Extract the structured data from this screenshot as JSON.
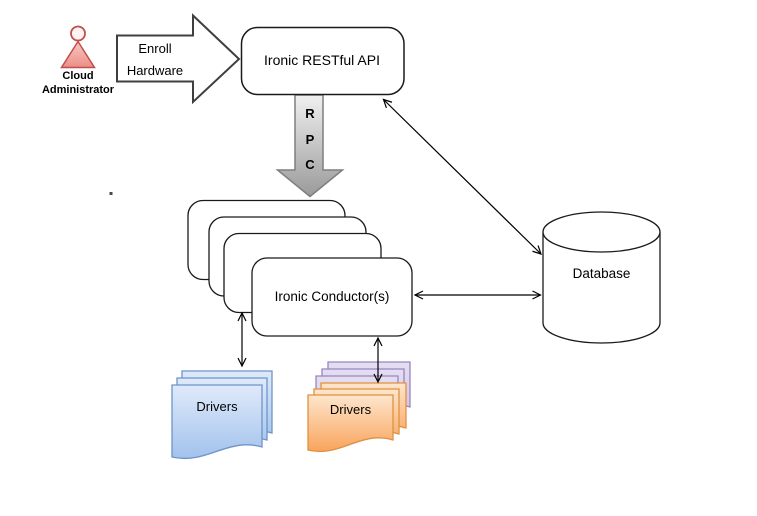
{
  "nodes": {
    "cloud_administrator": {
      "label": "Cloud\nAdministrator",
      "icon": "person-icon"
    },
    "ironic_api": {
      "label": "Ironic RESTful API"
    },
    "ironic_conductors": {
      "label": "Ironic Conductor(s)",
      "stacked_copies": 4
    },
    "database": {
      "label": "Database",
      "shape": "cylinder"
    },
    "drivers_blue": {
      "label": "Drivers",
      "stacked_copies": 3
    },
    "drivers_orange": {
      "label": "Drivers",
      "stacked_copies": 3,
      "back_stack_copies": 3
    }
  },
  "connections": {
    "enroll": {
      "from": "Cloud Administrator",
      "to": "Ironic RESTful API",
      "label": "Enroll\nHardware",
      "style": "block-arrow"
    },
    "rpc": {
      "from": "Ironic RESTful API",
      "to": "Ironic Conductor(s)",
      "label": "R\nP\nC",
      "style": "block-arrow"
    },
    "api_db": {
      "from": "Ironic RESTful API",
      "to": "Database",
      "style": "double-headed-line"
    },
    "conductor_db": {
      "from": "Ironic Conductor(s)",
      "to": "Database",
      "style": "double-headed-line"
    },
    "conductor_drv_blue": {
      "from": "Ironic Conductor(s)",
      "to": "Drivers (blue)",
      "style": "double-headed-line"
    },
    "conductor_drv_orange": {
      "from": "Ironic Conductor(s)",
      "to": "Drivers (orange)",
      "style": "double-headed-line"
    }
  },
  "colors": {
    "outline": "#1a1a1a",
    "block_arrow_stroke": "#3f3f3f",
    "arrow_line": "#000000",
    "admin_fill_top": "#f9c8c4",
    "admin_fill_bottom": "#ec8e86",
    "admin_head_fill": "#fdf3f2",
    "admin_stroke": "#bf4f4b",
    "rpc_fill_top": "#f0f0f0",
    "rpc_fill_bottom": "#9a9a9a",
    "rpc_stroke": "#7f7f7f",
    "blue_doc_top": "#dfeafa",
    "blue_doc_bottom": "#a2c2ec",
    "blue_doc_stroke": "#6e94c9",
    "purple_doc_top": "#e5def2",
    "purple_doc_bottom": "#cfc2e6",
    "purple_doc_stroke": "#9886bf",
    "orange_doc_top": "#fde6cd",
    "orange_doc_bottom": "#f9a45c",
    "orange_doc_stroke": "#e09140"
  }
}
